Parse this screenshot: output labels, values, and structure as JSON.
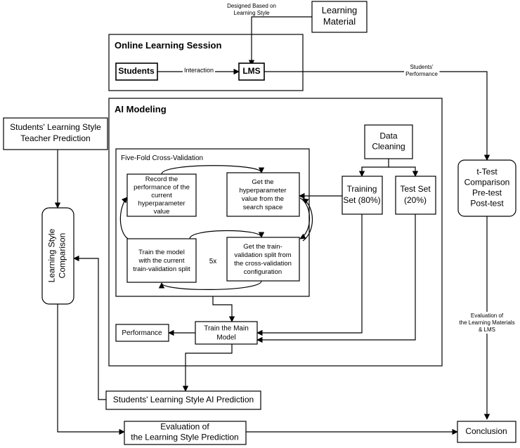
{
  "colors": {
    "line": "#000000",
    "background": "#ffffff"
  },
  "top": {
    "designed_label": [
      "Designed Based on",
      "Learning Style"
    ],
    "learning_material": [
      "Learning",
      "Material"
    ]
  },
  "online_session": {
    "title": "Online Learning Session",
    "students": "Students",
    "interaction": "Interaction",
    "lms": "LMS",
    "performance_label": [
      "Students'",
      "Performance"
    ]
  },
  "ai_modeling": {
    "title": "AI Modeling",
    "data_cleaning": [
      "Data",
      "Cleaning"
    ],
    "training_set": [
      "Training",
      "Set (80%)"
    ],
    "test_set": [
      "Test Set",
      "(20%)"
    ],
    "cv_title": "Five-Fold Cross-Validation",
    "record": [
      "Record the",
      "performance of the",
      "current",
      "hyperparameter",
      "value"
    ],
    "get_hyper": [
      "Get the",
      "hyperparameter",
      "value from the",
      "search space"
    ],
    "train_model": [
      "Train the model",
      "with the current",
      "train-validation split"
    ],
    "get_split": [
      "Get the train-",
      "validation split from",
      "the cross-validation",
      "configuration"
    ],
    "repeat": "5x",
    "performance": "Performance",
    "train_main": [
      "Train the Main",
      "Model"
    ]
  },
  "left": {
    "teacher_prediction": [
      "Students' Learning Style",
      "Teacher Prediction"
    ],
    "comparison": [
      "Learning Style",
      "Comparison"
    ]
  },
  "bottom": {
    "ai_prediction": "Students' Learning Style AI Prediction",
    "evaluation_prediction": [
      "Evaluation of",
      "the Learning Style Prediction"
    ],
    "conclusion": "Conclusion"
  },
  "right": {
    "ttest": [
      "t-Test",
      "Comparison",
      "Pre-test",
      "Post-test"
    ],
    "evaluation_label": [
      "Evaluation of",
      "the Learning Materials",
      "& LMS"
    ]
  }
}
